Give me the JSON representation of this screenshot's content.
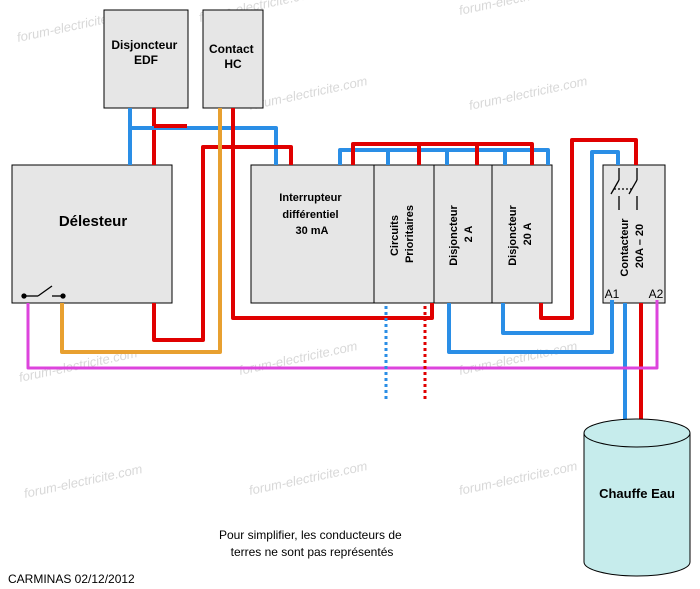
{
  "colors": {
    "phase": "#e00000",
    "neutral": "#2a8ee6",
    "control": "#e8a030",
    "shed": "#dd44dd",
    "box_fill": "#e6e6e6",
    "tank_fill": "#c6ecec"
  },
  "components": {
    "disjoncteur_edf": [
      "Disjoncteur",
      "EDF"
    ],
    "contact_hc": [
      "Contact",
      "HC"
    ],
    "delesteur": "Délesteur",
    "interrupteur": [
      "Interrupteur",
      "différentiel",
      "30 mA"
    ],
    "circuits_prioritaires": [
      "Circuits",
      "Prioritaires"
    ],
    "disjoncteur_2a": [
      "Disjoncteur",
      "2 A"
    ],
    "disjoncteur_20a": [
      "Disjoncteur",
      "20 A"
    ],
    "contacteur": [
      "Contacteur",
      "20A – 20"
    ],
    "terminal_a1": "A1",
    "terminal_a2": "A2",
    "chauffe_eau": "Chauffe Eau"
  },
  "note": [
    "Pour simplifier, les conducteurs de",
    "terres ne sont pas représentés"
  ],
  "signature": "CARMINAS 02/12/2012",
  "watermark": "forum-electricite.com"
}
